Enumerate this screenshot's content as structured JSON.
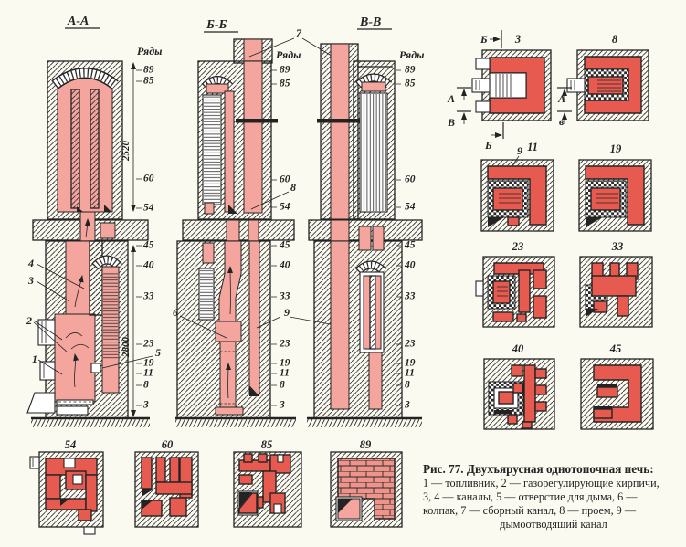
{
  "colors": {
    "paper": "#fbfaf1",
    "pink": "#f4a59d",
    "red": "#e75a50",
    "brick": "#ef948b",
    "ink": "#232323"
  },
  "sections": {
    "aa": {
      "title": "А-А",
      "rows_label": "Ряды",
      "dim_upper": "2520",
      "dim_lower": "2800",
      "marks_upper": [
        "89",
        "85",
        "60",
        "54"
      ],
      "marks_lower": [
        "45",
        "40",
        "33",
        "23",
        "19",
        "11",
        "8",
        "3"
      ],
      "callouts": {
        "c1": "1",
        "c2": "2",
        "c3": "3",
        "c4": "4",
        "c5": "5"
      }
    },
    "bb": {
      "title": "Б-Б",
      "rows_label": "Ряды",
      "marks_upper": [
        "89",
        "85",
        "60",
        "54"
      ],
      "marks_lower": [
        "45",
        "40",
        "33",
        "23",
        "19",
        "11",
        "8",
        "3"
      ],
      "callouts": {
        "c6": "6",
        "c7": "7",
        "c8": "8",
        "c9": "9"
      }
    },
    "vv": {
      "title": "В-В",
      "rows_label": "Ряды",
      "marks_upper": [
        "89",
        "85",
        "60",
        "54"
      ],
      "marks_lower": [
        "45",
        "40",
        "33",
        "23",
        "19",
        "11",
        "8",
        "3"
      ]
    }
  },
  "cut_markers": {
    "top_b": "Б",
    "bottom_b": "Б",
    "left_a": "А",
    "left_v": "В",
    "mid_a": "А",
    "mid_v": "в"
  },
  "plans": {
    "right": {
      "p3": "3",
      "p8": "8",
      "p9_callout": "9",
      "p11": "11",
      "p19": "19",
      "p23": "23",
      "p33": "33",
      "p40": "40",
      "p45": "45"
    },
    "bottom": {
      "p54": "54",
      "p60": "60",
      "p85": "85",
      "p89": "89"
    }
  },
  "caption": {
    "title": "Рис. 77. Двухъярусная однотопочная печь:",
    "line1": "1 — топливник, 2 — газорегулирующие кирпичи,",
    "line2": "3, 4 — каналы, 5 — отверстие для дыма, 6 —",
    "line3": "колпак, 7 — сборный канал, 8 — проем, 9 —",
    "line4": "дымоотводящий канал"
  }
}
